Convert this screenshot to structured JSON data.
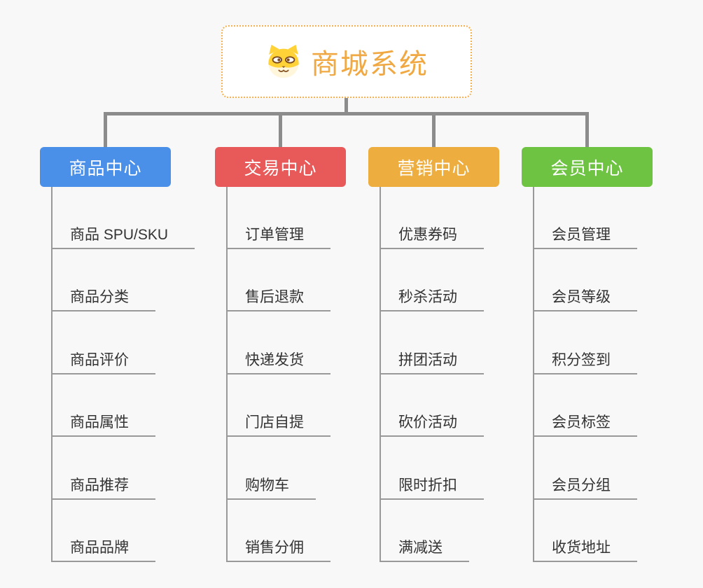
{
  "root": {
    "label": "商城系统",
    "icon": "dog-face-icon",
    "text_color": "#f0a843",
    "border_color": "#f5b04d",
    "background": "#ffffff"
  },
  "colors": {
    "page_background": "#f8f8f8",
    "trunk_connector": "#8c8c8c",
    "child_connector": "#999999",
    "leaf_text": "#333333",
    "header_text": "#ffffff"
  },
  "branches": [
    {
      "label": "商品中心",
      "color": "#4a8fe8",
      "children": [
        "商品 SPU/SKU",
        "商品分类",
        "商品评价",
        "商品属性",
        "商品推荐",
        "商品品牌"
      ]
    },
    {
      "label": "交易中心",
      "color": "#e85a5a",
      "children": [
        "订单管理",
        "售后退款",
        "快递发货",
        "门店自提",
        "购物车",
        "销售分佣"
      ]
    },
    {
      "label": "营销中心",
      "color": "#edae3f",
      "children": [
        "优惠券码",
        "秒杀活动",
        "拼团活动",
        "砍价活动",
        "限时折扣",
        "满减送"
      ]
    },
    {
      "label": "会员中心",
      "color": "#6fc343",
      "children": [
        "会员管理",
        "会员等级",
        "积分签到",
        "会员标签",
        "会员分组",
        "收货地址"
      ]
    }
  ]
}
